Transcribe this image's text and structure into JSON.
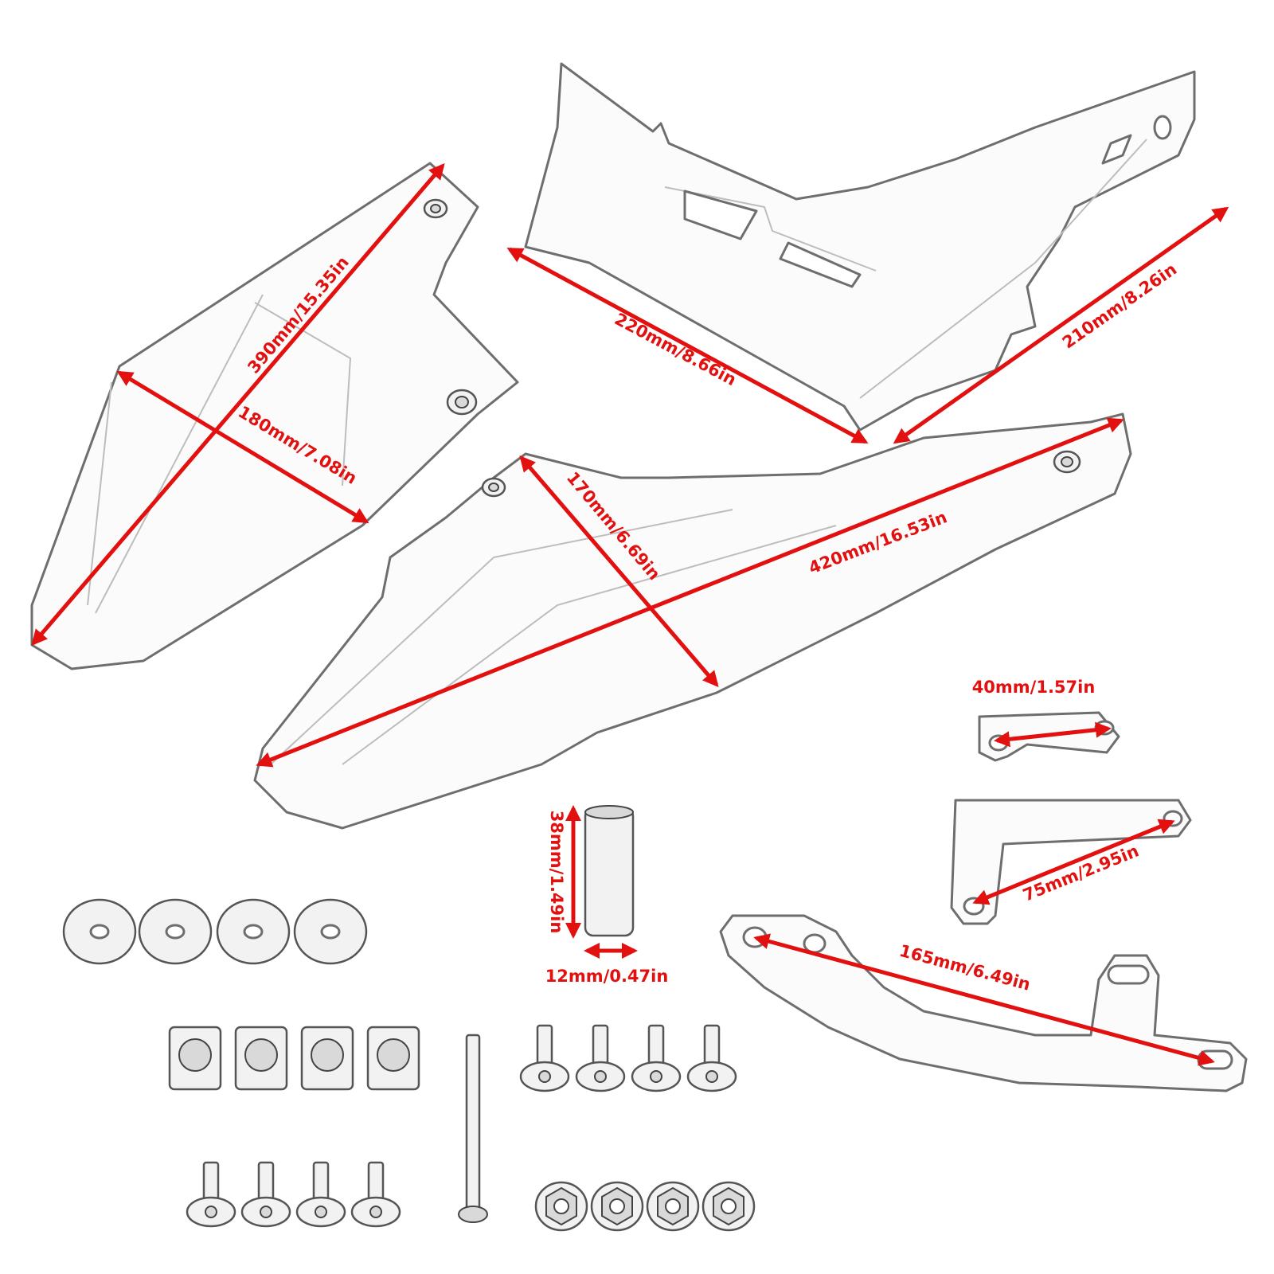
{
  "colors": {
    "dimension": "#e31010",
    "outline": "#6e6e6e",
    "background": "#ffffff"
  },
  "dimensions": {
    "side_panel_length": "390mm/15.35in",
    "side_panel_width": "180mm/7.08in",
    "top_panel_length": "220mm/8.66in",
    "top_panel_width": "210mm/8.26in",
    "large_panel_length": "420mm/16.53in",
    "large_panel_width": "170mm/6.69in",
    "small_bracket": "40mm/1.57in",
    "l_bracket": "75mm/2.95in",
    "long_bracket": "165mm/6.49in",
    "spacer_length": "38mm/1.49in",
    "spacer_diameter": "12mm/0.47in"
  },
  "hardware": {
    "washers": 4,
    "clip_nuts": 4,
    "long_bolts": 1,
    "bolts_upper": 4,
    "bolts_lower": 4,
    "flange_nuts": 4
  }
}
